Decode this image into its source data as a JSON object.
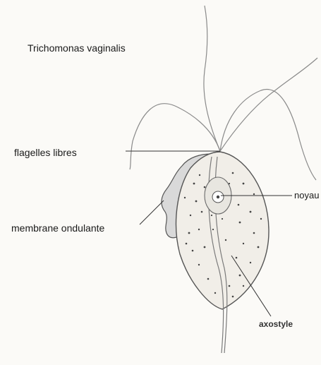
{
  "labels": {
    "title": "Trichomonas vaginalis",
    "flagella": "flagelles libres",
    "membrane": "membrane ondulante",
    "nucleus": "noyau",
    "axostyle": "axostyle"
  }
}
